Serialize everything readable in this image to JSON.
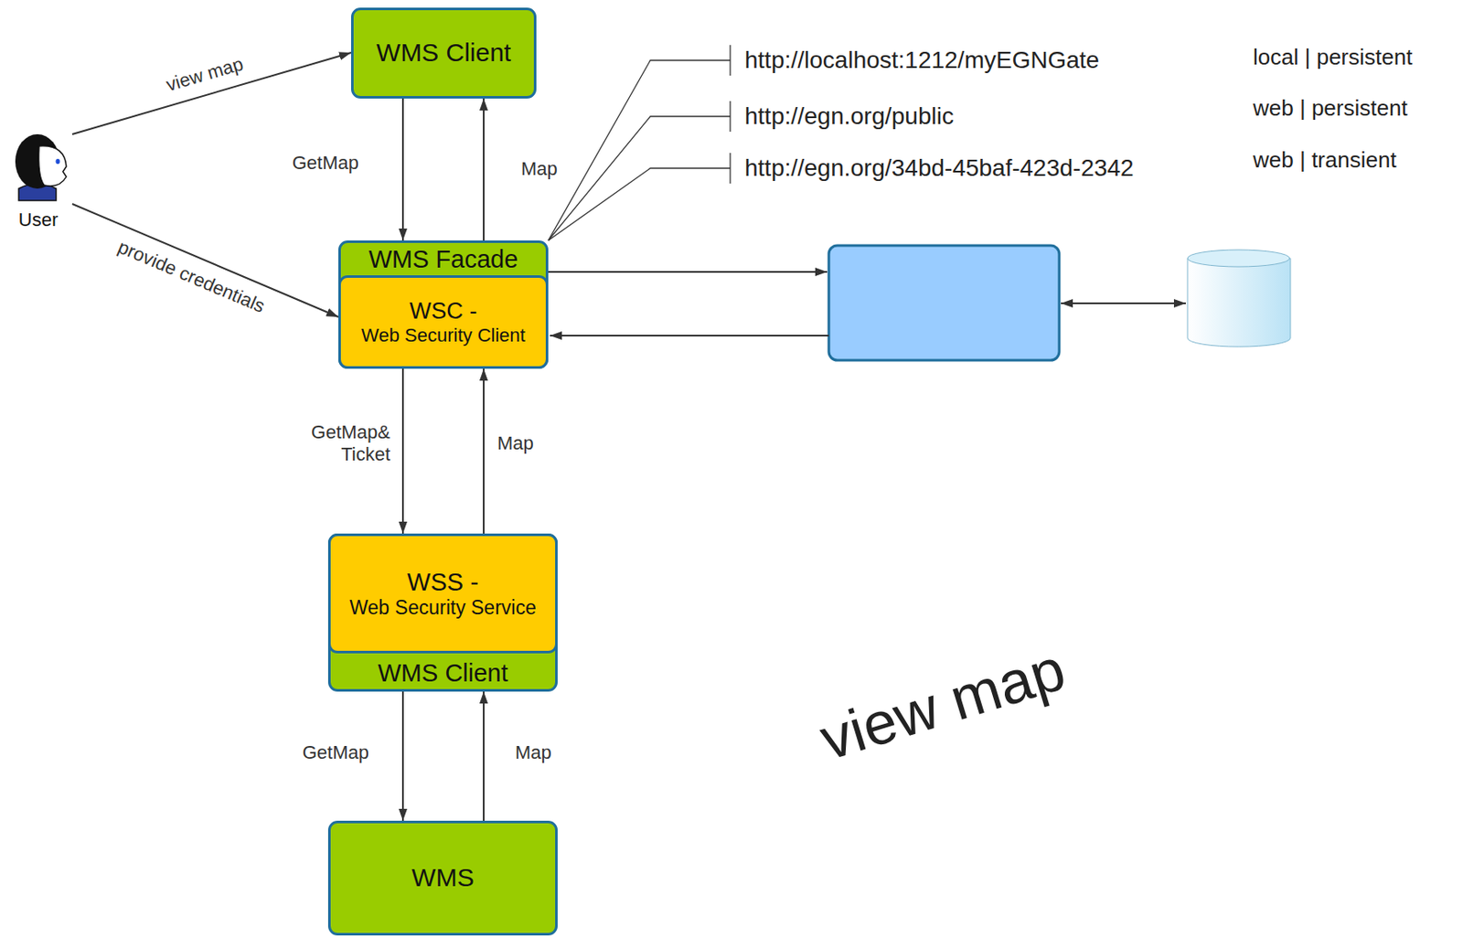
{
  "diagram": {
    "nodes": [
      {
        "text": [
          "User"
        ]
      },
      {
        "text": [
          "WMS Client"
        ]
      },
      {
        "text": [
          "WMS Facade"
        ]
      },
      {
        "text": [
          "WSC -",
          "Web Security Client"
        ],
        "in": 2
      },
      {
        "text": [
          "WMS Client"
        ]
      },
      {
        "text": [
          "WSS -",
          "Web Security Service"
        ],
        "in": 4
      },
      {
        "text": [
          "WMS"
        ]
      }
    ],
    "edges": [
      {
        "from": 0,
        "to": 1,
        "label": "view map",
        "arrow": "to"
      },
      {
        "from": 0,
        "to": 3,
        "label": "provide credentials",
        "arrow": "to"
      },
      {
        "from": 1,
        "to": 2,
        "label": "GetMap",
        "arrow": "to"
      },
      {
        "from": 2,
        "to": 1,
        "label": "Map",
        "arrow": "to"
      },
      {
        "from": 3,
        "to": 5,
        "label": "GetMap& Ticket",
        "arrow": "to"
      },
      {
        "from": 5,
        "to": 3,
        "label": "Map",
        "arrow": "to"
      },
      {
        "from": 4,
        "to": 6,
        "label": "GetMap",
        "arrow": "to"
      },
      {
        "from": 6,
        "to": 4,
        "label": "Map",
        "arrow": "to"
      }
    ],
    "labels": [
      "http://localhost:1212/myEGNGate",
      "http://egn.org/public",
      "http://egn.org/34bd-45baf-423d-2342",
      "local | persistent",
      "web | persistent",
      "web | transient",
      "view map"
    ]
  }
}
